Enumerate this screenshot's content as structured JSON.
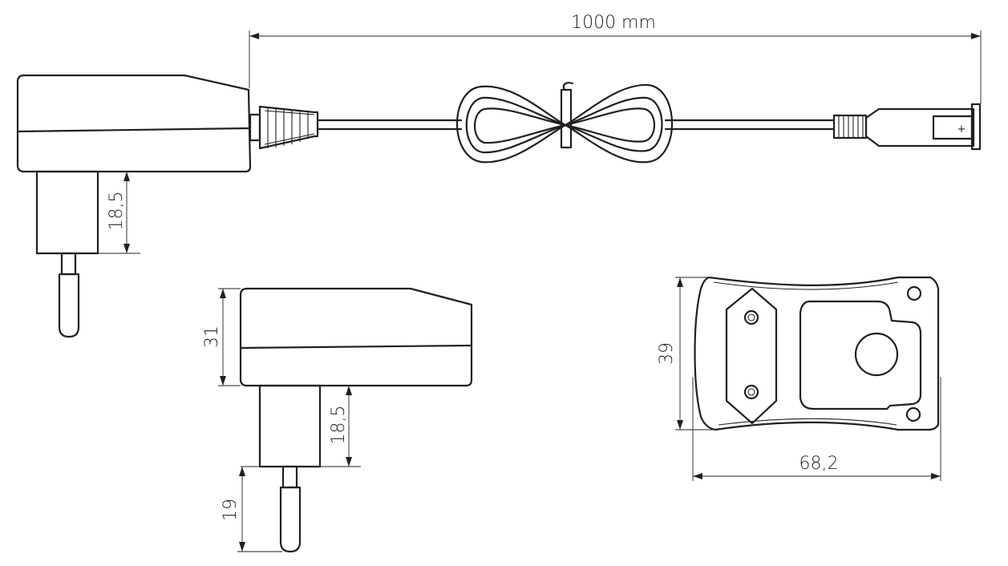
{
  "dimensions": {
    "cable_length": "1000 mm",
    "side_plug_length": "18,5",
    "front_height": "31",
    "front_plug_length": "18,5",
    "front_pin_length": "19",
    "back_height": "39",
    "back_width": "68,2"
  },
  "connector": {
    "polarity": "+"
  }
}
